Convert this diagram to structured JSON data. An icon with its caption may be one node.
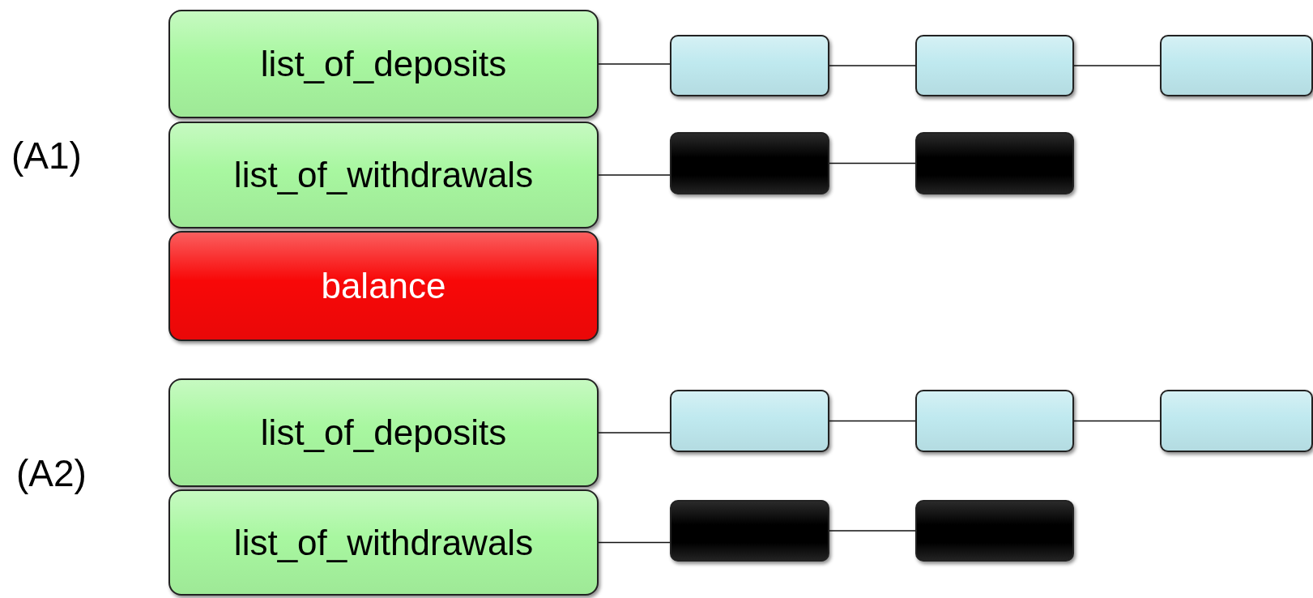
{
  "diagram": {
    "nodes": [
      {
        "text": [
          "list_of_deposits"
        ]
      },
      {
        "text": [
          "list_of_withdrawals"
        ]
      },
      {
        "text": [
          "balance"
        ]
      },
      {
        "text": [],
        "shape": "box"
      },
      {
        "text": [],
        "shape": "box"
      },
      {
        "text": [],
        "shape": "box"
      },
      {
        "text": [],
        "shape": "box"
      },
      {
        "text": [],
        "shape": "box"
      },
      {
        "text": [
          "list_of_deposits"
        ]
      },
      {
        "text": [
          "list_of_withdrawals"
        ]
      },
      {
        "text": [],
        "shape": "box"
      },
      {
        "text": [],
        "shape": "box"
      },
      {
        "text": [],
        "shape": "box"
      },
      {
        "text": [],
        "shape": "box"
      },
      {
        "text": [],
        "shape": "box"
      }
    ],
    "edges": [
      {
        "from": 0,
        "to": 3,
        "arrow": "none"
      },
      {
        "from": 3,
        "to": 4,
        "arrow": "none"
      },
      {
        "from": 4,
        "to": 5,
        "arrow": "none"
      },
      {
        "from": 1,
        "to": 6,
        "arrow": "none"
      },
      {
        "from": 6,
        "to": 7,
        "arrow": "none"
      },
      {
        "from": 8,
        "to": 10,
        "arrow": "none"
      },
      {
        "from": 10,
        "to": 11,
        "arrow": "none"
      },
      {
        "from": 11,
        "to": 12,
        "arrow": "none"
      },
      {
        "from": 9,
        "to": 13,
        "arrow": "none"
      },
      {
        "from": 13,
        "to": 14,
        "arrow": "none"
      }
    ],
    "labels": [
      "(A1)",
      "(A2)"
    ]
  }
}
